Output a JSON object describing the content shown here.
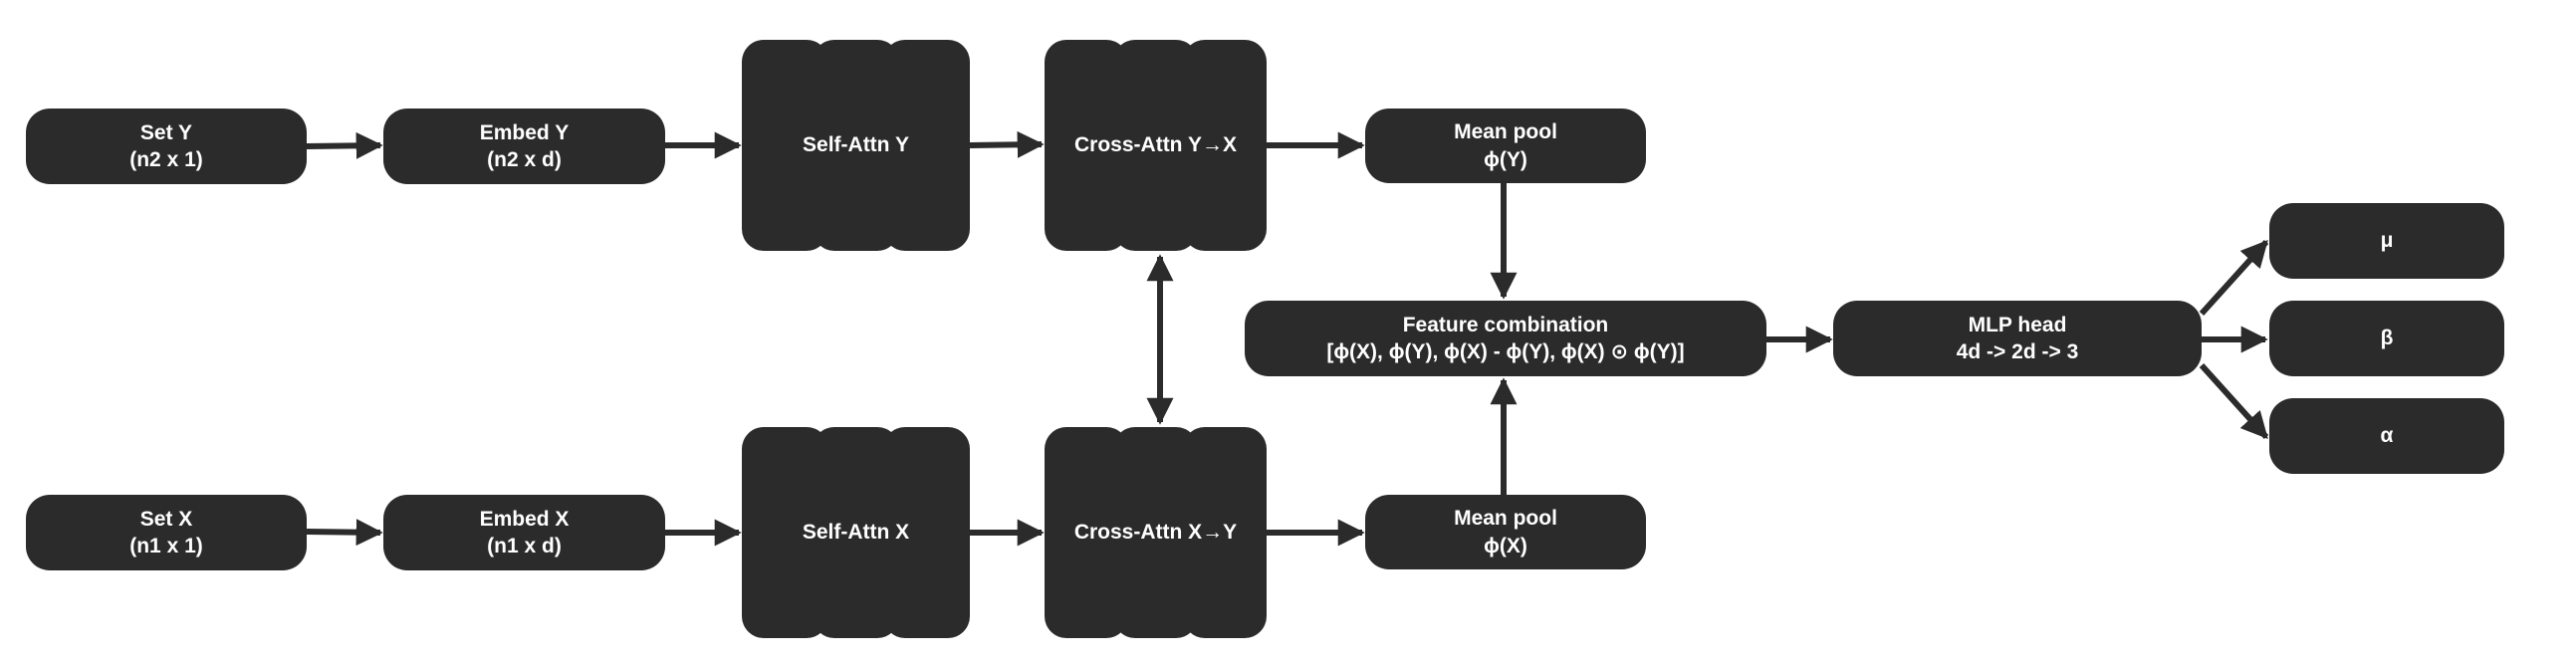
{
  "colors": {
    "node_fill": "#2b2b2b",
    "node_text": "#ffffff",
    "edge": "#2b2b2b",
    "background": "#ffffff"
  },
  "nodes": {
    "set_y": {
      "line1": "Set Y",
      "line2": "(n2 x 1)"
    },
    "embed_y": {
      "line1": "Embed Y",
      "line2": "(n2 x d)"
    },
    "self_attn_y": {
      "label": "Self-Attn Y"
    },
    "cross_attn_y": {
      "label": "Cross-Attn Y→X"
    },
    "mean_pool_y": {
      "line1": "Mean pool",
      "line2": "ϕ(Y)"
    },
    "set_x": {
      "line1": "Set X",
      "line2": "(n1 x 1)"
    },
    "embed_x": {
      "line1": "Embed X",
      "line2": "(n1 x d)"
    },
    "self_attn_x": {
      "label": "Self-Attn X"
    },
    "cross_attn_x": {
      "label": "Cross-Attn X→Y"
    },
    "mean_pool_x": {
      "line1": "Mean pool",
      "line2": "ϕ(X)"
    },
    "feature_comb": {
      "line1": "Feature combination",
      "line2": "[ϕ(X), ϕ(Y), ϕ(X) - ϕ(Y), ϕ(X) ⊙ ϕ(Y)]"
    },
    "mlp_head": {
      "line1": "MLP head",
      "line2": "4d -> 2d -> 3"
    },
    "out_mu": {
      "label": "μ"
    },
    "out_beta": {
      "label": "β"
    },
    "out_alpha": {
      "label": "α"
    }
  },
  "edges": [
    {
      "from": "set_y",
      "to": "embed_y"
    },
    {
      "from": "embed_y",
      "to": "self_attn_y"
    },
    {
      "from": "self_attn_y",
      "to": "cross_attn_y"
    },
    {
      "from": "cross_attn_y",
      "to": "mean_pool_y"
    },
    {
      "from": "set_x",
      "to": "embed_x"
    },
    {
      "from": "embed_x",
      "to": "self_attn_x"
    },
    {
      "from": "self_attn_x",
      "to": "cross_attn_x"
    },
    {
      "from": "cross_attn_x",
      "to": "mean_pool_x"
    },
    {
      "from": "cross_attn_y",
      "to": "cross_attn_x",
      "bidirectional": true
    },
    {
      "from": "mean_pool_y",
      "to": "feature_comb"
    },
    {
      "from": "mean_pool_x",
      "to": "feature_comb"
    },
    {
      "from": "feature_comb",
      "to": "mlp_head"
    },
    {
      "from": "mlp_head",
      "to": "out_mu"
    },
    {
      "from": "mlp_head",
      "to": "out_beta"
    },
    {
      "from": "mlp_head",
      "to": "out_alpha"
    }
  ]
}
